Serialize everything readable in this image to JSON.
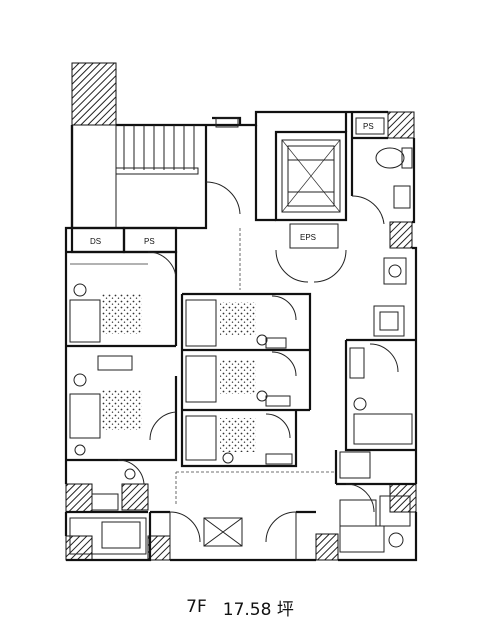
{
  "plan": {
    "labels": {
      "ps": "PS",
      "ds": "DS",
      "eps": "EPS"
    },
    "footer": {
      "floor": "7F",
      "area": "17.58 坪"
    }
  }
}
